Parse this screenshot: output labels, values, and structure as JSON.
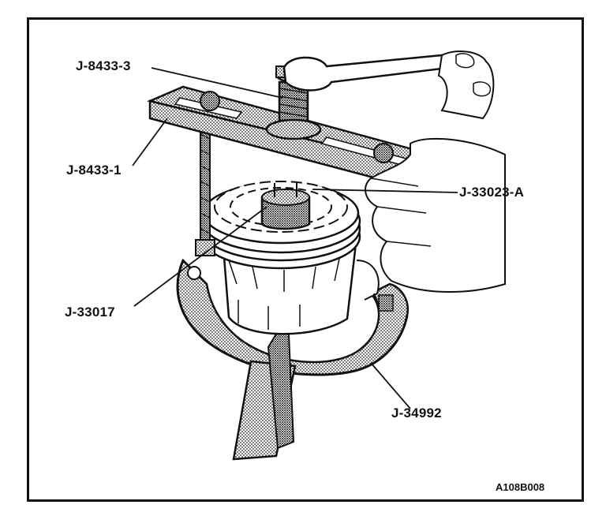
{
  "diagram": {
    "callouts": {
      "j_8433_3": "J-8433-3",
      "j_8433_1": "J-8433-1",
      "j_33023_a": "J-33023-A",
      "j_33017": "J-33017",
      "j_34992": "J-34992"
    },
    "figure_id": "A108B008"
  }
}
